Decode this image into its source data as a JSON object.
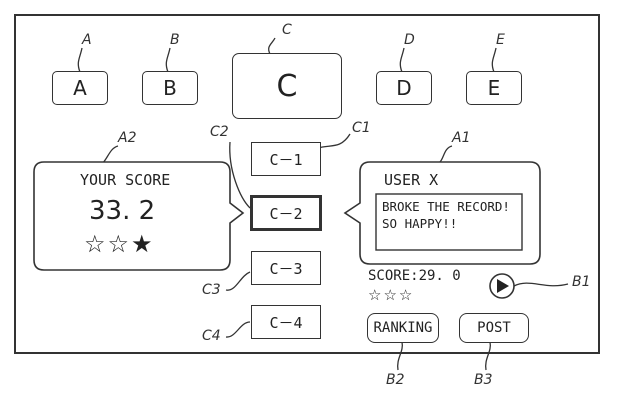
{
  "tabs": [
    {
      "ref": "A",
      "label": "A"
    },
    {
      "ref": "B",
      "label": "B"
    },
    {
      "ref": "C",
      "label": "C"
    },
    {
      "ref": "D",
      "label": "D"
    },
    {
      "ref": "E",
      "label": "E"
    }
  ],
  "sub_items": [
    {
      "ref": "C1",
      "label": "C－1"
    },
    {
      "ref": "C2",
      "label": "C－2"
    },
    {
      "ref": "C3",
      "label": "C－3"
    },
    {
      "ref": "C4",
      "label": "C－4"
    }
  ],
  "score_bubble": {
    "ref": "A2",
    "title": "YOUR SCORE",
    "score": "33. 2",
    "stars": "☆☆★"
  },
  "user_bubble": {
    "ref": "A1",
    "name": "USER X",
    "message_line1": "BROKE THE RECORD!",
    "message_line2": "SO HAPPY!!"
  },
  "other_score": {
    "text": "SCORE:29. 0",
    "stars": "☆☆☆"
  },
  "buttons": {
    "play_ref": "B1",
    "play_icon": "play-icon",
    "ranking_label": "RANKING",
    "ranking_ref": "B2",
    "post_label": "POST",
    "post_ref": "B3"
  }
}
